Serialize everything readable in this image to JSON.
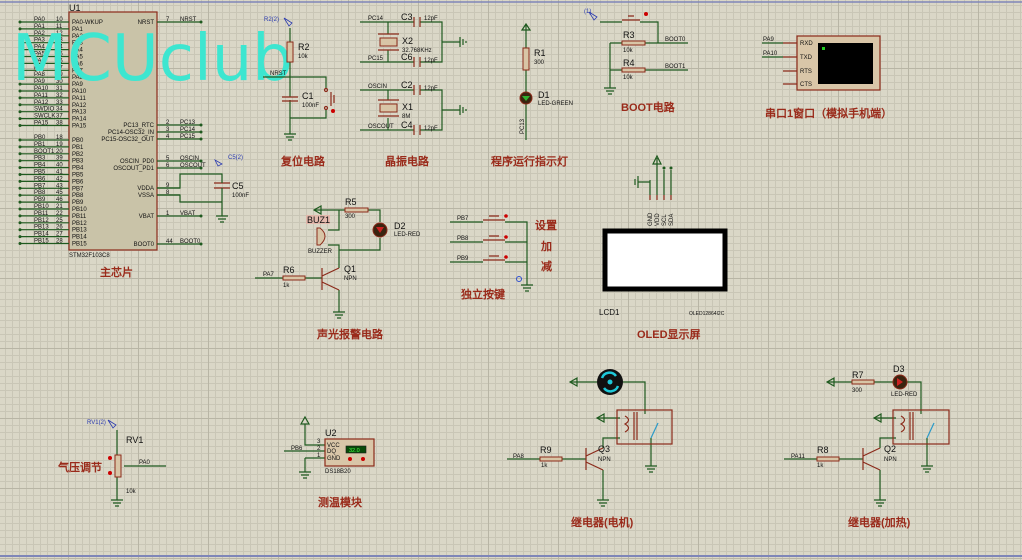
{
  "watermark": "MCUclub",
  "mcu": {
    "ref": "U1",
    "part": "STM32F103C8",
    "title": "主芯片",
    "left_pins": [
      {
        "net": "PA0",
        "num": "10",
        "name": "PA0-WKUP"
      },
      {
        "net": "PA1",
        "num": "11",
        "name": "PA1"
      },
      {
        "net": "PA2",
        "num": "12",
        "name": "PA2"
      },
      {
        "net": "PA3",
        "num": "13",
        "name": "PA3"
      },
      {
        "net": "PA4",
        "num": "14",
        "name": "PA4"
      },
      {
        "net": "PA5",
        "num": "15",
        "name": "PA5"
      },
      {
        "net": "PA6",
        "num": "16",
        "name": "PA6"
      },
      {
        "net": "PA7",
        "num": "17",
        "name": "PA7"
      },
      {
        "net": "PA8",
        "num": "29",
        "name": "PA8"
      },
      {
        "net": "PA9",
        "num": "30",
        "name": "PA9"
      },
      {
        "net": "PA10",
        "num": "31",
        "name": "PA10"
      },
      {
        "net": "PA11",
        "num": "32",
        "name": "PA11"
      },
      {
        "net": "PA12",
        "num": "33",
        "name": "PA12"
      },
      {
        "net": "SWDIO",
        "num": "34",
        "name": "PA13"
      },
      {
        "net": "SWCLK",
        "num": "37",
        "name": "PA14"
      },
      {
        "net": "PA15",
        "num": "38",
        "name": "PA15"
      },
      {
        "net": "PB0",
        "num": "18",
        "name": "PB0"
      },
      {
        "net": "PB1",
        "num": "19",
        "name": "PB1"
      },
      {
        "net": "BOOT1",
        "num": "20",
        "name": "PB2"
      },
      {
        "net": "PB3",
        "num": "39",
        "name": "PB3"
      },
      {
        "net": "PB4",
        "num": "40",
        "name": "PB4"
      },
      {
        "net": "PB5",
        "num": "41",
        "name": "PB5"
      },
      {
        "net": "PB6",
        "num": "42",
        "name": "PB6"
      },
      {
        "net": "PB7",
        "num": "43",
        "name": "PB7"
      },
      {
        "net": "PB8",
        "num": "45",
        "name": "PB8"
      },
      {
        "net": "PB9",
        "num": "46",
        "name": "PB9"
      },
      {
        "net": "PB10",
        "num": "21",
        "name": "PB10"
      },
      {
        "net": "PB11",
        "num": "22",
        "name": "PB11"
      },
      {
        "net": "PB12",
        "num": "25",
        "name": "PB12"
      },
      {
        "net": "PB13",
        "num": "26",
        "name": "PB13"
      },
      {
        "net": "PB14",
        "num": "27",
        "name": "PB14"
      },
      {
        "net": "PB15",
        "num": "28",
        "name": "PB15"
      }
    ],
    "right_pins": [
      {
        "net": "NRST",
        "num": "7",
        "name": "NRST"
      },
      {
        "net": "PC13",
        "num": "2",
        "name": "PC13_RTC"
      },
      {
        "net": "PC14",
        "num": "3",
        "name": "PC14-OSC32_IN"
      },
      {
        "net": "PC15",
        "num": "4",
        "name": "PC15-OSC32_OUT"
      },
      {
        "net": "OSCIN",
        "num": "5",
        "name": "OSCIN_PD0"
      },
      {
        "net": "OSCOUT",
        "num": "6",
        "name": "OSCOUT_PD1"
      },
      {
        "net": "",
        "num": "9",
        "name": "VDDA"
      },
      {
        "net": "",
        "num": "8",
        "name": "VSSA"
      },
      {
        "net": "VBAT",
        "num": "1",
        "name": "VBAT"
      },
      {
        "net": "BOOT0",
        "num": "44",
        "name": "BOOT0"
      }
    ],
    "c5": {
      "ref": "C5",
      "value": "100nF",
      "probe": "C5(2)"
    }
  },
  "reset": {
    "title": "复位电路",
    "net": "NRST",
    "r2": {
      "ref": "R2",
      "value": "10k",
      "probe": "R2(2)"
    },
    "c1": {
      "ref": "C1",
      "value": "100nF"
    }
  },
  "crystal": {
    "title": "晶振电路",
    "nets": [
      "PC14",
      "PC15",
      "OSCIN",
      "OSCOUT"
    ],
    "c3": {
      "ref": "C3",
      "value": "12pF"
    },
    "c6": {
      "ref": "C6",
      "value": "12pF"
    },
    "c2": {
      "ref": "C2",
      "value": "12pF"
    },
    "c4": {
      "ref": "C4",
      "value": "12pF"
    },
    "x2": {
      "ref": "X2",
      "value": "32.768KHz"
    },
    "x1": {
      "ref": "X1",
      "value": "8M"
    }
  },
  "indicator": {
    "title": "程序运行指示灯",
    "net": "PC13",
    "r1": {
      "ref": "R1",
      "value": "300"
    },
    "d1": {
      "ref": "D1",
      "value": "LED-GREEN"
    }
  },
  "boot": {
    "title": "BOOT电路",
    "probe": "(1)",
    "r3": {
      "ref": "R3",
      "value": "10k"
    },
    "r4": {
      "ref": "R4",
      "value": "10k"
    },
    "nets": [
      "BOOT0",
      "BOOT1"
    ]
  },
  "uart": {
    "title": "串口1窗口（模拟手机端）",
    "nets": [
      "PA9",
      "PA10"
    ],
    "pins": [
      "RXD",
      "TXD",
      "RTS",
      "CTS"
    ]
  },
  "alarm": {
    "title": "声光报警电路",
    "net": "PA7",
    "r5": {
      "ref": "R5",
      "value": "300"
    },
    "buz1": {
      "ref": "BUZ1",
      "value": "BUZZER"
    },
    "d2": {
      "ref": "D2",
      "value": "LED-RED"
    },
    "r6": {
      "ref": "R6",
      "value": "1k"
    },
    "q1": {
      "ref": "Q1",
      "value": "NPN"
    }
  },
  "keys": {
    "title": "独立按键",
    "items": [
      {
        "net": "PB7",
        "label": "设置"
      },
      {
        "net": "PB8",
        "label": "加"
      },
      {
        "net": "PB9",
        "label": "减"
      }
    ]
  },
  "oled": {
    "title": "OLED显示屏",
    "ref": "LCD1",
    "part": "OLED12864I2C",
    "pins": [
      "GND",
      "VDD",
      "SCL",
      "SDA"
    ]
  },
  "pressure": {
    "title": "气压调节",
    "ref": "RV1",
    "value": "10k",
    "probe": "RV1(2)",
    "net": "PA0"
  },
  "temp": {
    "title": "测温模块",
    "ref": "U2",
    "part": "DS18B20",
    "net": "PB6",
    "reading": "32.0",
    "pins": [
      {
        "num": "3",
        "name": "VCC"
      },
      {
        "num": "2",
        "name": "DQ"
      },
      {
        "num": "1",
        "name": "GND"
      }
    ]
  },
  "relay_motor": {
    "title": "继电器(电机)",
    "net": "PA8",
    "r9": {
      "ref": "R9",
      "value": "1k"
    },
    "q3": {
      "ref": "Q3",
      "value": "NPN"
    }
  },
  "relay_heat": {
    "title": "继电器(加热)",
    "net": "PA11",
    "r7": {
      "ref": "R7",
      "value": "300"
    },
    "d3": {
      "ref": "D3",
      "value": "LED-RED"
    },
    "r8": {
      "ref": "R8",
      "value": "1k"
    },
    "q2": {
      "ref": "Q2",
      "value": "NPN"
    }
  }
}
